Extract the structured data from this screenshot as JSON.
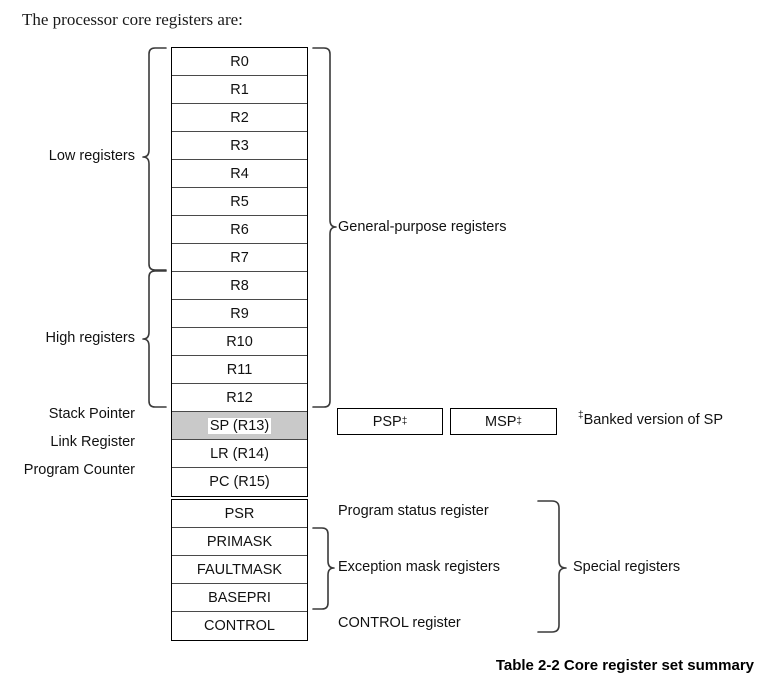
{
  "intro": {
    "text": "The processor core registers are:"
  },
  "core_registers": {
    "rows": [
      {
        "label": "R0",
        "shaded": false
      },
      {
        "label": "R1",
        "shaded": false
      },
      {
        "label": "R2",
        "shaded": false
      },
      {
        "label": "R3",
        "shaded": false
      },
      {
        "label": "R4",
        "shaded": false
      },
      {
        "label": "R5",
        "shaded": false
      },
      {
        "label": "R6",
        "shaded": false
      },
      {
        "label": "R7",
        "shaded": false
      },
      {
        "label": "R8",
        "shaded": false
      },
      {
        "label": "R9",
        "shaded": false
      },
      {
        "label": "R10",
        "shaded": false
      },
      {
        "label": "R11",
        "shaded": false
      },
      {
        "label": "R12",
        "shaded": false
      },
      {
        "label": "SP (R13)",
        "shaded": true
      },
      {
        "label": "LR (R14)",
        "shaded": false
      },
      {
        "label": "PC (R15)",
        "shaded": false
      }
    ]
  },
  "special_registers": {
    "rows": [
      {
        "label": "PSR"
      },
      {
        "label": "PRIMASK"
      },
      {
        "label": "FAULTMASK"
      },
      {
        "label": "BASEPRI"
      },
      {
        "label": "CONTROL"
      }
    ]
  },
  "left_labels": {
    "low_registers": "Low registers",
    "high_registers": "High registers",
    "stack_pointer": "Stack Pointer",
    "link_register": "Link Register",
    "program_counter": "Program Counter"
  },
  "right_labels": {
    "general_purpose": "General-purpose registers",
    "program_status": "Program status register",
    "exception_mask": "Exception mask registers",
    "control_register": "CONTROL register",
    "special_registers": "Special registers"
  },
  "banked": {
    "psp": "PSP",
    "msp": "MSP",
    "dagger": "‡",
    "note_marker": "‡",
    "note_text": "Banked version of SP"
  },
  "caption": {
    "text": "Table 2-2 Core register set summary"
  },
  "colors": {
    "background": "#ffffff",
    "text": "#111111",
    "box_border": "#000000",
    "row_divider": "#4a4a4a",
    "shaded_row": "#c9c9c9",
    "brace": "#3a3a3a"
  }
}
